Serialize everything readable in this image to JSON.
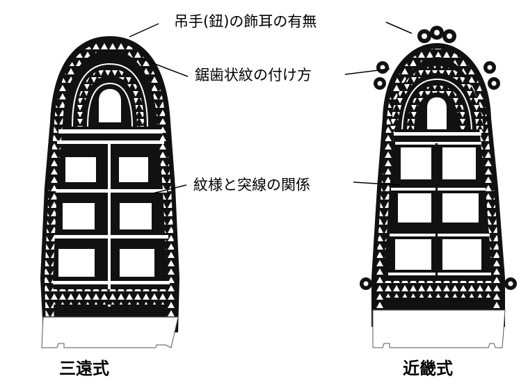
{
  "labels": {
    "loop_ears": "吊手(鈕)の飾耳の有無",
    "sawtooth": "鋸歯状紋の付け方",
    "pattern_lines": "紋様と突線の関係"
  },
  "captions": {
    "left": "三遠式",
    "right": "近畿式"
  },
  "colors": {
    "ink": "#111111",
    "light": "#ffffff",
    "paper": "#ffffff"
  }
}
